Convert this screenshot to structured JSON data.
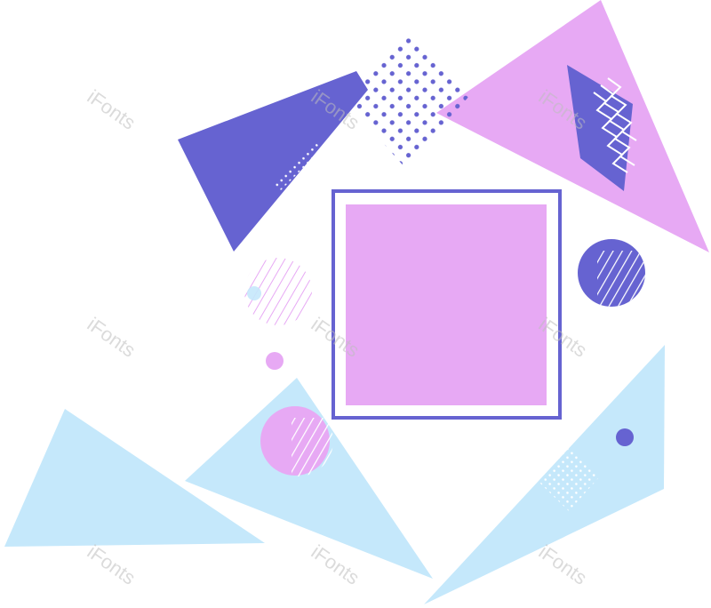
{
  "watermark": {
    "text": "iFonts"
  },
  "colors": {
    "purple": "#6663d1",
    "pink": "#e7a9f4",
    "light_blue": "#c5e8fb",
    "white": "#ffffff"
  },
  "shapes": [
    "purple-triangle",
    "pink-triangle",
    "purple-quad-zigzag",
    "dotted-diamond",
    "framed-pink-square",
    "striped-purple-circle",
    "striped-pink-circle",
    "small-pink-dot",
    "light-blue-triangle-left",
    "light-blue-triangle-center",
    "light-blue-triangle-right",
    "striped-pink-circle-large",
    "small-purple-dot",
    "dotted-square-white"
  ]
}
